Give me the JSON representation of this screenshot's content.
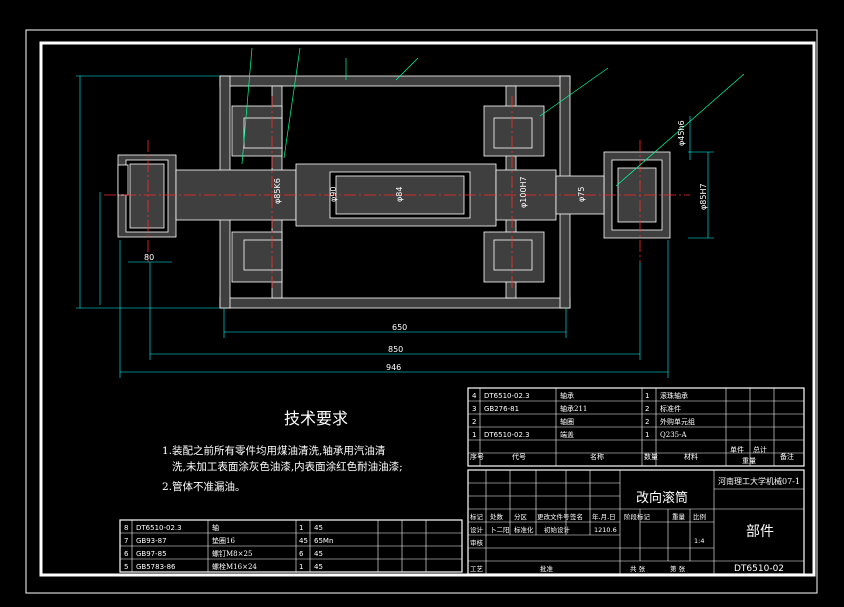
{
  "colors": {
    "background": "#000000",
    "frame": "#ffffff",
    "part": "#3f3f3f",
    "part_outline": "#ffffff",
    "centerline": "#ff2a2a",
    "dimension": "#00ffff",
    "leader": "#00ff99",
    "left_hub": "#000000"
  },
  "dimensions": {
    "d650": "650",
    "d850": "850",
    "d946": "946",
    "d80": "80",
    "shaft_left": "φ85K6",
    "shaft_mid1": "φ90",
    "shaft_mid2": "φ84",
    "shaft_right1": "φ100H7",
    "shaft_right2": "φ75",
    "right_hub": "φ85H7",
    "right_tol": "φ45h6"
  },
  "tech_requirements": {
    "title": "技术要求",
    "line1": "1.装配之前所有零件均用煤油清洗,轴承用汽油清",
    "line2": "洗,未加工表面涂灰色油漆,内表面涂红色耐油油漆;",
    "line3": "2.管体不准漏油。"
  },
  "parts_list_top": {
    "rows": [
      {
        "no": "4",
        "code": "DT6510-02.3",
        "name": "轴承",
        "qty": "1",
        "material": "滚珠轴承"
      },
      {
        "no": "3",
        "code": "GB276-81",
        "name": "轴承211",
        "qty": "2",
        "material": "标准件"
      },
      {
        "no": "2",
        "code": "",
        "name": "轴圈",
        "qty": "2",
        "material": "外购单元组"
      },
      {
        "no": "1",
        "code": "DT6510-02.3",
        "name": "端盖",
        "qty": "1",
        "material": "Q235-A"
      }
    ],
    "header": {
      "no": "序号",
      "code": "代号",
      "name": "名称",
      "qty": "数量",
      "material": "材料",
      "unit_wt": "单件",
      "total_wt": "总计",
      "weight": "重量",
      "remark": "备注"
    }
  },
  "parts_list_bottom": {
    "rows": [
      {
        "no": "8",
        "code": "DT6510-02.3",
        "name": "轴",
        "qty": "1",
        "material": "45"
      },
      {
        "no": "7",
        "code": "GB93-87",
        "name": "垫圈16",
        "qty": "45",
        "material": "65Mn"
      },
      {
        "no": "6",
        "code": "GB97-85",
        "name": "螺钉M8×25",
        "qty": "6",
        "material": "45"
      },
      {
        "no": "5",
        "code": "GB5783-86",
        "name": "螺栓M16×24",
        "qty": "1",
        "material": "45"
      }
    ]
  },
  "title_block": {
    "drawing_name": "改向滚筒",
    "school": "河南理工大学机械07-1",
    "type": "部件",
    "drawing_no": "DT6510-02",
    "mark_row": [
      "标记",
      "处数",
      "分区",
      "更改文件号",
      "签名",
      "年.月.日"
    ],
    "design_row": [
      "设计",
      "卜二阳",
      "标准化",
      "初始设计",
      "1210.6"
    ],
    "check": "审核",
    "stage": "阶段标记",
    "weight_label": "重量",
    "scale_label": "比例",
    "scale": "1:4",
    "craft": "工艺",
    "approve": "批准",
    "sheet_total": "共 张",
    "sheet_no": "第 张"
  }
}
